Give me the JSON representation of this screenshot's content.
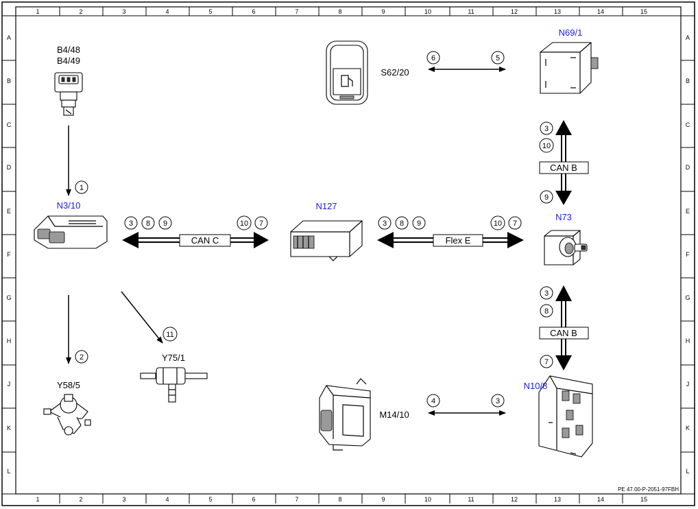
{
  "grid": {
    "columns": [
      "1",
      "2",
      "3",
      "4",
      "5",
      "6",
      "7",
      "8",
      "9",
      "10",
      "11",
      "12",
      "13",
      "14",
      "15"
    ],
    "rows": [
      "A",
      "B",
      "C",
      "D",
      "E",
      "F",
      "G",
      "H",
      "J",
      "K",
      "L"
    ]
  },
  "components": {
    "b448": "B4/48",
    "b449": "B4/49",
    "n310": "N3/10",
    "n127": "N127",
    "n691": "N69/1",
    "n73": "N73",
    "n108": "N10/8",
    "s6220": "S62/20",
    "m1410": "M14/10",
    "y585": "Y58/5",
    "y751": "Y75/1"
  },
  "buses": {
    "can_c": "CAN C",
    "flex_e": "Flex E",
    "can_b_upper": "CAN B",
    "can_b_lower": "CAN B"
  },
  "signals": {
    "b4_to_n310": "1",
    "n310_to_y585": "2",
    "n310_to_y751": "11",
    "canc_left": [
      "3",
      "8",
      "9"
    ],
    "canc_right": [
      "10",
      "7"
    ],
    "flexe_left": [
      "3",
      "8",
      "9"
    ],
    "flexe_right": [
      "10",
      "7"
    ],
    "s6220_left": "6",
    "s6220_right": "5",
    "canb_upper": [
      "3",
      "10",
      "9"
    ],
    "canb_lower": [
      "3",
      "8",
      "7"
    ],
    "m1410_left": "4",
    "m1410_right": "3"
  },
  "reference": "PE 47.00-P-2051-97FBH",
  "colors": {
    "label_blue": "#1a1ae6",
    "line": "#000000"
  }
}
